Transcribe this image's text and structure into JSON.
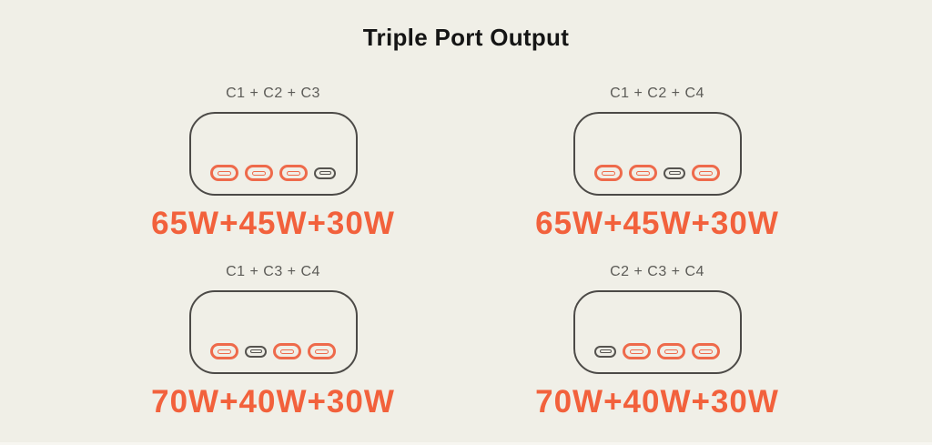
{
  "title": "Triple Port Output",
  "colors": {
    "background": "#F0EFE7",
    "accent": "#F2613C",
    "port_orange": "#EE6A4B",
    "port_gray": "#55534F",
    "outline": "#4C4A47",
    "label_gray": "#5C5B57",
    "title_black": "#151515"
  },
  "combos": [
    {
      "label": "C1 + C2 + C3",
      "output": "65W+45W+30W",
      "ports": [
        "active",
        "active",
        "active",
        "inactive"
      ]
    },
    {
      "label": "C1 + C2 + C4",
      "output": "65W+45W+30W",
      "ports": [
        "active",
        "active",
        "inactive",
        "active"
      ]
    },
    {
      "label": "C1 + C3 + C4",
      "output": "70W+40W+30W",
      "ports": [
        "active",
        "inactive",
        "active",
        "active"
      ]
    },
    {
      "label": "C2 + C3 + C4",
      "output": "70W+40W+30W",
      "ports": [
        "inactive",
        "active",
        "active",
        "active"
      ]
    }
  ]
}
